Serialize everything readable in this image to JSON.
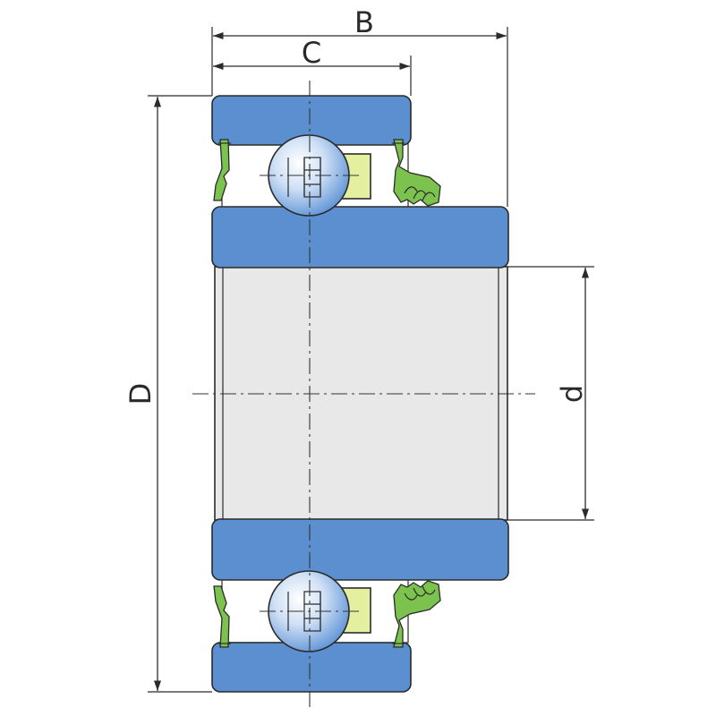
{
  "dimensions": {
    "outer_diameter_label": "D",
    "bore_label": "d",
    "inner_ring_width_label": "B",
    "outer_ring_width_label": "C"
  },
  "colors": {
    "ring": "#5b8fcf",
    "bore": "#e8e8e8",
    "cage": "#e4f0a0",
    "seal": "#7cc24e",
    "ball_light": "#f4f8ff",
    "ball_dark": "#5e93d6",
    "line": "#2b2b2b"
  }
}
